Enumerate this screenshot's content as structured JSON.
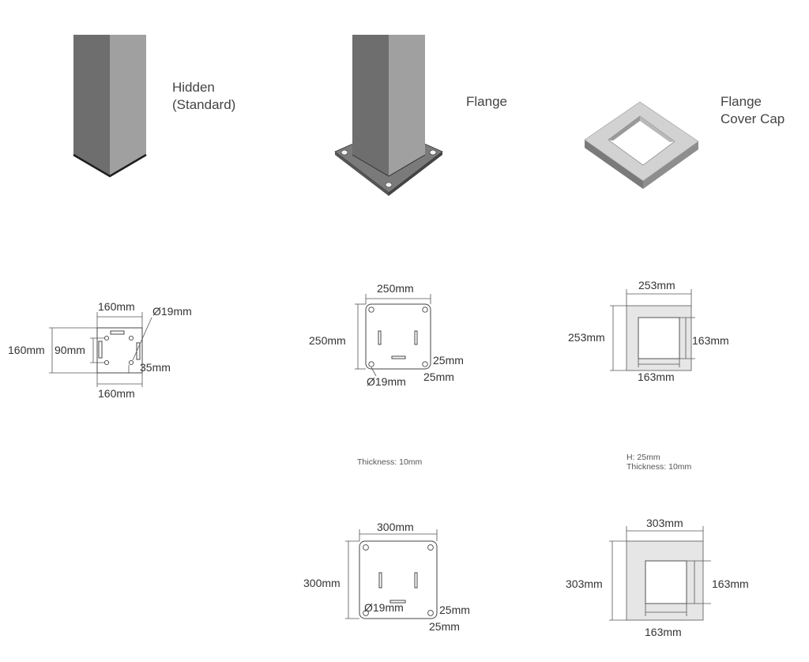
{
  "labels": {
    "hidden_line1": "Hidden",
    "hidden_line2": "(Standard)",
    "flange": "Flange",
    "cover_line1": "Flange",
    "cover_line2": "Cover Cap"
  },
  "hidden_plate": {
    "top_width": "160mm",
    "left_height": "160mm",
    "inner_height": "90mm",
    "hole_diameter": "Ø19mm",
    "hole_offset": "35mm",
    "bottom_width": "160mm"
  },
  "flange_250": {
    "width": "250mm",
    "height": "250mm",
    "offset_x": "25mm",
    "offset_y": "25mm",
    "hole_diameter": "Ø19mm",
    "note": "Thickness: 10mm"
  },
  "cap_253": {
    "outer_width": "253mm",
    "outer_height": "253mm",
    "inner_height": "163mm",
    "inner_width": "163mm",
    "note_line1": "H: 25mm",
    "note_line2": "Thickness: 10mm"
  },
  "flange_300": {
    "width": "300mm",
    "height": "300mm",
    "hole_diameter": "Ø19mm",
    "offset_x": "25mm",
    "offset_y": "25mm"
  },
  "cap_303": {
    "outer_width": "303mm",
    "outer_height": "303mm",
    "inner_height": "163mm",
    "inner_width": "163mm"
  },
  "colors": {
    "post_dark": "#6e6e6e",
    "post_light": "#a0a0a0",
    "plate": "#7a7a7a",
    "cap_light": "#d2d2d2",
    "cap_dark": "#8a8a8a"
  }
}
